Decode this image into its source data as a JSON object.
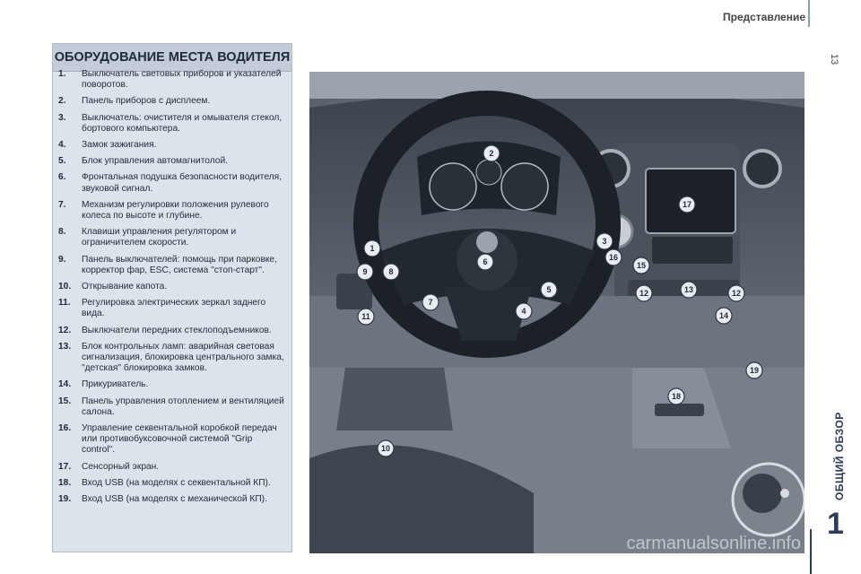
{
  "header": {
    "title": "Представление",
    "page_number": "13"
  },
  "side": {
    "section_label": "ОБЩИЙ ОБЗОР",
    "chapter": "1"
  },
  "panel": {
    "title": "ОБОРУДОВАНИЕ МЕСТА ВОДИТЕЛЯ",
    "items": [
      {
        "num": "1.",
        "text": "Выключатель световых приборов и указателей поворотов."
      },
      {
        "num": "2.",
        "text": "Панель приборов с дисплеем."
      },
      {
        "num": "3.",
        "text": "Выключатель: очистителя и омывателя стекол, бортового компьютера."
      },
      {
        "num": "4.",
        "text": "Замок зажигания."
      },
      {
        "num": "5.",
        "text": "Блок управления автомагнитолой."
      },
      {
        "num": "6.",
        "text": "Фронтальная подушка безопасности водителя, звуковой сигнал."
      },
      {
        "num": "7.",
        "text": "Механизм регулировки положения рулевого колеса по высоте и глубине."
      },
      {
        "num": "8.",
        "text": "Клавиши управления регулятором и ограничителем скорости."
      },
      {
        "num": "9.",
        "text": "Панель выключателей: помощь при парковке, корректор фар, ESC, система \"стоп-старт\"."
      },
      {
        "num": "10.",
        "text": "Открывание капота."
      },
      {
        "num": "11.",
        "text": "Регулировка электрических зеркал заднего вида."
      },
      {
        "num": "12.",
        "text": "Выключатели передних стеклоподъемников."
      },
      {
        "num": "13.",
        "text": "Блок контрольных ламп: аварийная световая сигнализация, блокировка центрального замка, \"детская\" блокировка замков."
      },
      {
        "num": "14.",
        "text": "Прикуриватель."
      },
      {
        "num": "15.",
        "text": "Панель управления отоплением и вентиляцией салона."
      },
      {
        "num": "16.",
        "text": "Управление секвентальной коробкой передач или противобуксовочной системой \"Grip control\"."
      },
      {
        "num": "17.",
        "text": "Сенсорный экран."
      },
      {
        "num": "18.",
        "text": "Вход USB (на моделях с секвентальной КП)."
      },
      {
        "num": "19.",
        "text": "Вход USB (на моделях с механической КП)."
      }
    ]
  },
  "callouts": [
    "1",
    "2",
    "3",
    "4",
    "5",
    "6",
    "7",
    "8",
    "9",
    "10",
    "11",
    "12",
    "12",
    "13",
    "14",
    "15",
    "16",
    "17",
    "18",
    "19"
  ],
  "footer": {
    "watermark": "carmanualsonline.info"
  }
}
